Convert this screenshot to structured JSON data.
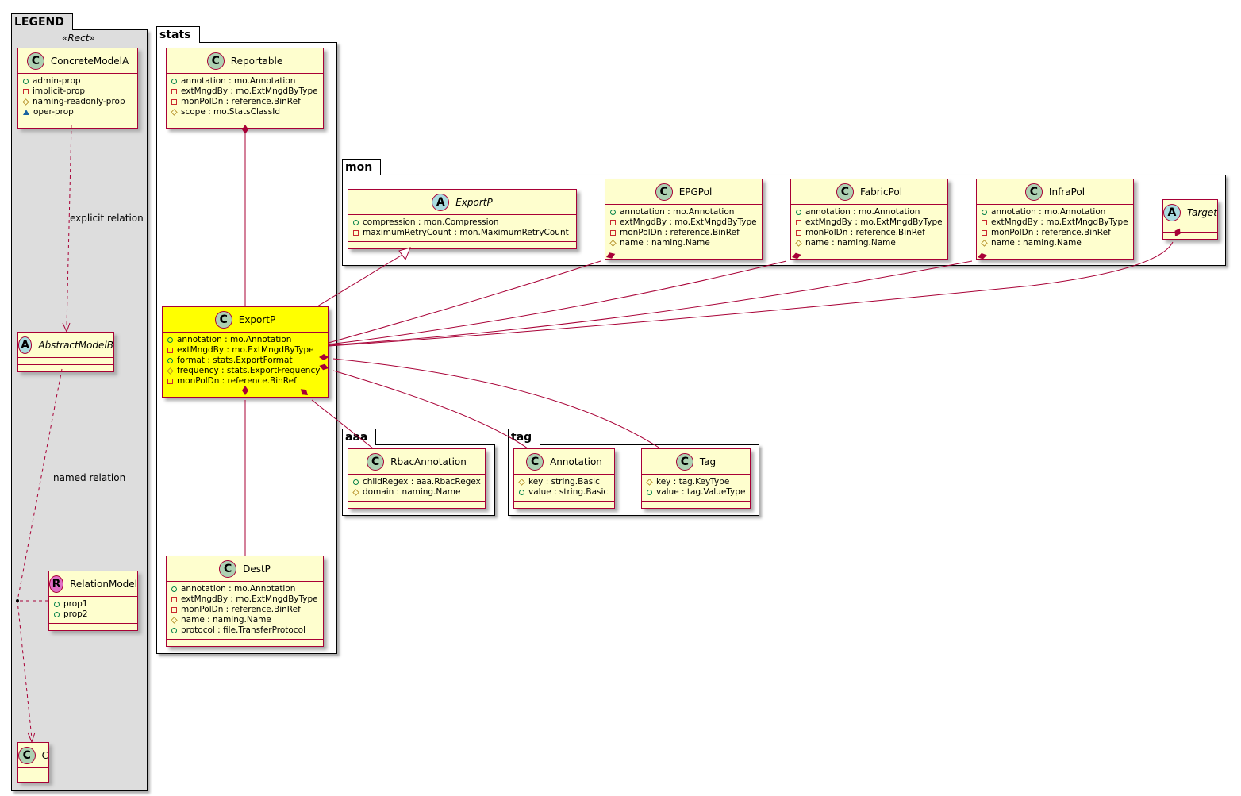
{
  "packages": [
    {
      "id": "legend",
      "name": "LEGEND",
      "stereotype": "«Rect»"
    },
    {
      "id": "stats",
      "name": "stats"
    },
    {
      "id": "mon",
      "name": "mon"
    },
    {
      "id": "aaa",
      "name": "aaa"
    },
    {
      "id": "tag",
      "name": "tag"
    }
  ],
  "classes": [
    {
      "id": "ConcreteModelA",
      "kind": "C",
      "name": "ConcreteModelA",
      "members": [
        {
          "v": "pub",
          "t": "admin-prop"
        },
        {
          "v": "priv",
          "t": "implicit-prop"
        },
        {
          "v": "prot",
          "t": "naming-readonly-prop"
        },
        {
          "v": "pkg",
          "t": "oper-prop"
        }
      ]
    },
    {
      "id": "AbstractModelB",
      "kind": "A",
      "name": "AbstractModelB",
      "members": []
    },
    {
      "id": "RelationModel",
      "kind": "R",
      "name": "RelationModel",
      "members": [
        {
          "v": "pub",
          "t": "prop1"
        },
        {
          "v": "pub",
          "t": "prop2"
        }
      ]
    },
    {
      "id": "C",
      "kind": "C",
      "name": "C",
      "members": []
    },
    {
      "id": "Reportable",
      "kind": "C",
      "name": "Reportable",
      "members": [
        {
          "v": "pub",
          "t": "annotation : mo.Annotation"
        },
        {
          "v": "priv",
          "t": "extMngdBy : mo.ExtMngdByType"
        },
        {
          "v": "priv",
          "t": "monPolDn : reference.BinRef"
        },
        {
          "v": "prot",
          "t": "scope : mo.StatsClassId"
        }
      ]
    },
    {
      "id": "StatsExportP",
      "kind": "C",
      "name": "ExportP",
      "highlight": true,
      "members": [
        {
          "v": "pub",
          "t": "annotation : mo.Annotation"
        },
        {
          "v": "priv",
          "t": "extMngdBy : mo.ExtMngdByType"
        },
        {
          "v": "pub",
          "t": "format : stats.ExportFormat"
        },
        {
          "v": "prot",
          "t": "frequency : stats.ExportFrequency"
        },
        {
          "v": "priv",
          "t": "monPolDn : reference.BinRef"
        }
      ]
    },
    {
      "id": "DestP",
      "kind": "C",
      "name": "DestP",
      "members": [
        {
          "v": "pub",
          "t": "annotation : mo.Annotation"
        },
        {
          "v": "priv",
          "t": "extMngdBy : mo.ExtMngdByType"
        },
        {
          "v": "priv",
          "t": "monPolDn : reference.BinRef"
        },
        {
          "v": "prot",
          "t": "name : naming.Name"
        },
        {
          "v": "pub",
          "t": "protocol : file.TransferProtocol"
        }
      ]
    },
    {
      "id": "MonExportP",
      "kind": "A",
      "name": "ExportP",
      "members": [
        {
          "v": "pub",
          "t": "compression : mon.Compression"
        },
        {
          "v": "priv",
          "t": "maximumRetryCount : mon.MaximumRetryCount"
        }
      ]
    },
    {
      "id": "EPGPol",
      "kind": "C",
      "name": "EPGPol",
      "members": [
        {
          "v": "pub",
          "t": "annotation : mo.Annotation"
        },
        {
          "v": "priv",
          "t": "extMngdBy : mo.ExtMngdByType"
        },
        {
          "v": "priv",
          "t": "monPolDn : reference.BinRef"
        },
        {
          "v": "prot",
          "t": "name : naming.Name"
        }
      ]
    },
    {
      "id": "FabricPol",
      "kind": "C",
      "name": "FabricPol",
      "members": [
        {
          "v": "pub",
          "t": "annotation : mo.Annotation"
        },
        {
          "v": "priv",
          "t": "extMngdBy : mo.ExtMngdByType"
        },
        {
          "v": "priv",
          "t": "monPolDn : reference.BinRef"
        },
        {
          "v": "prot",
          "t": "name : naming.Name"
        }
      ]
    },
    {
      "id": "InfraPol",
      "kind": "C",
      "name": "InfraPol",
      "members": [
        {
          "v": "pub",
          "t": "annotation : mo.Annotation"
        },
        {
          "v": "priv",
          "t": "extMngdBy : mo.ExtMngdByType"
        },
        {
          "v": "priv",
          "t": "monPolDn : reference.BinRef"
        },
        {
          "v": "prot",
          "t": "name : naming.Name"
        }
      ]
    },
    {
      "id": "Target",
      "kind": "A",
      "name": "Target",
      "members": []
    },
    {
      "id": "RbacAnnotation",
      "kind": "C",
      "name": "RbacAnnotation",
      "members": [
        {
          "v": "pub",
          "t": "childRegex : aaa.RbacRegex"
        },
        {
          "v": "prot",
          "t": "domain : naming.Name"
        }
      ]
    },
    {
      "id": "Annotation",
      "kind": "C",
      "name": "Annotation",
      "members": [
        {
          "v": "prot",
          "t": "key : string.Basic"
        },
        {
          "v": "pub",
          "t": "value : string.Basic"
        }
      ]
    },
    {
      "id": "Tag",
      "kind": "C",
      "name": "Tag",
      "members": [
        {
          "v": "prot",
          "t": "key : tag.KeyType"
        },
        {
          "v": "pub",
          "t": "value : tag.ValueType"
        }
      ]
    }
  ],
  "labels": {
    "explicit": "explicit relation",
    "named": "named relation"
  },
  "colors": {
    "border": "#a80036",
    "class_bg": "#fefece",
    "highlight": "#ffff00",
    "legend_bg": "#dddddd",
    "C": "#add1b2",
    "A": "#a9dcdf",
    "R": "#e06fc6"
  }
}
